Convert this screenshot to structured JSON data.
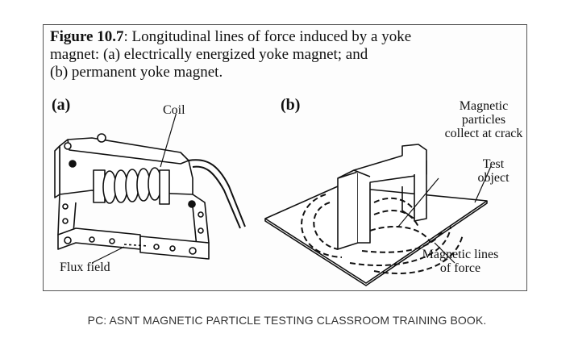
{
  "figure": {
    "number": "Figure 10.7",
    "caption_rest": ": Longitudinal lines of force induced by a yoke magnet: (a) electrically energized yoke magnet; and (b) permanent yoke magnet.",
    "caption_line1": ": Longitudinal lines of force induced by a yoke",
    "caption_line2": "magnet: (a) electrically energized yoke magnet; and",
    "caption_line3": "(b) permanent yoke magnet.",
    "panel_a": {
      "label": "(a)",
      "callouts": {
        "coil": "Coil",
        "flux_field": "Flux field"
      }
    },
    "panel_b": {
      "label": "(b)",
      "callouts": {
        "particles_l1": "Magnetic",
        "particles_l2": "particles",
        "particles_l3": "collect at crack",
        "test_l1": "Test",
        "test_l2": "object",
        "lines_l1": "Magnetic lines",
        "lines_l2": "of force"
      }
    }
  },
  "credit": "PC: ASNT MAGNETIC PARTICLE TESTING CLASSROOM TRAINING BOOK."
}
